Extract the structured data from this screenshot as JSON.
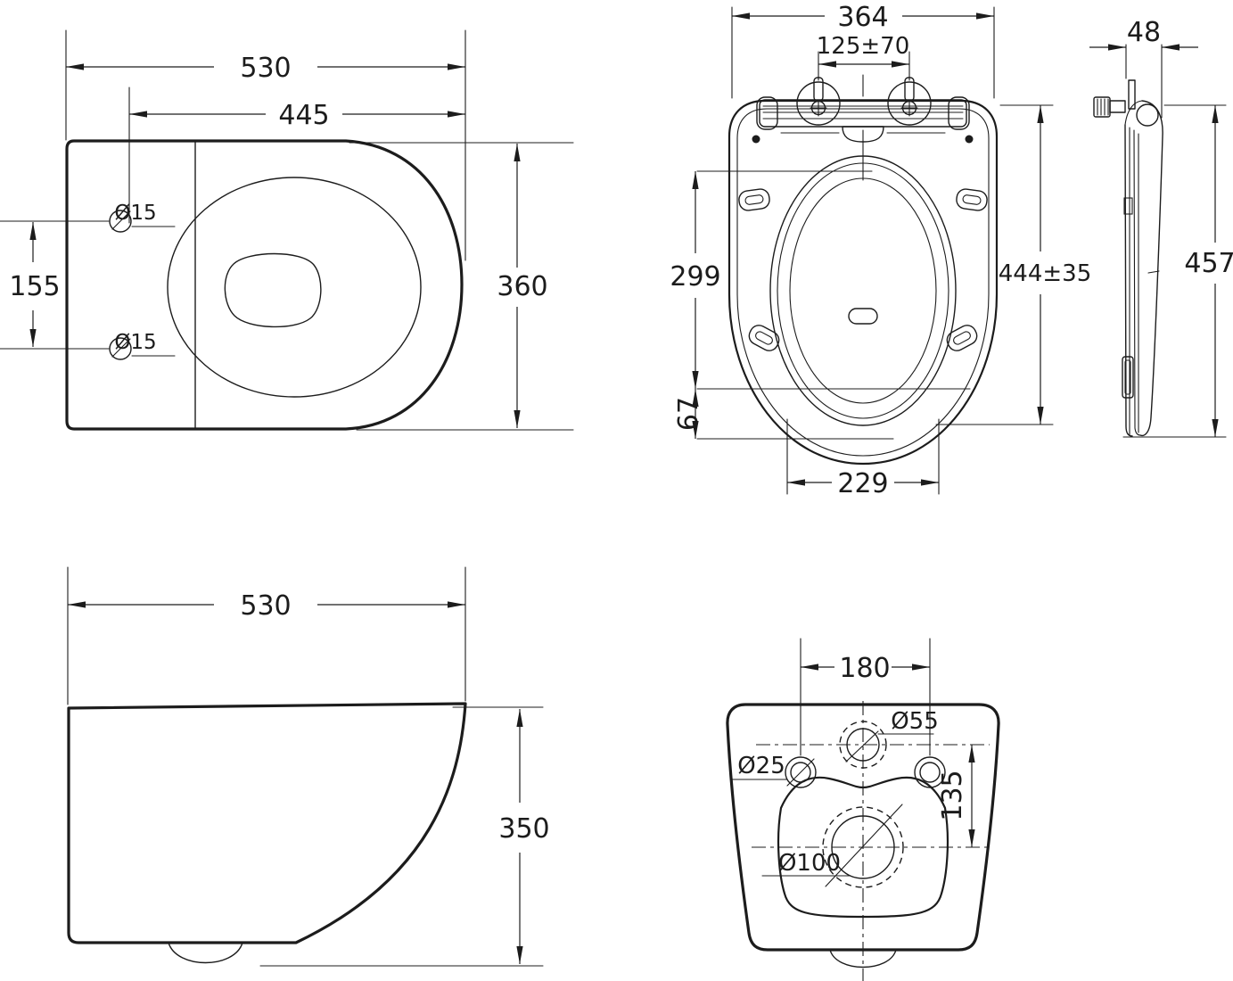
{
  "colors": {
    "line": "#1c1c1c",
    "background": "#ffffff"
  },
  "views": {
    "toilet_top": {
      "overall_length": "530",
      "rim_length": "445",
      "bowl_width": "360",
      "fixing_hole_spacing": "155",
      "fixing_hole_top": "Ø15",
      "fixing_hole_bottom": "Ø15"
    },
    "seat_top": {
      "overall_width": "364",
      "hinge_bolt_spacing": "125±70",
      "rear_depth": "299",
      "front_overhang": "67",
      "overall_length": "444±35",
      "front_width": "229"
    },
    "seat_side": {
      "thickness": "48",
      "length": "457"
    },
    "toilet_side": {
      "depth": "530",
      "height": "350"
    },
    "toilet_rear": {
      "fixing_hole_spacing": "180",
      "water_inlet_diameter": "Ø55",
      "fixing_hole_diameter": "Ø25",
      "inlet_to_outlet_distance": "135",
      "outlet_diameter": "Ø100"
    }
  }
}
